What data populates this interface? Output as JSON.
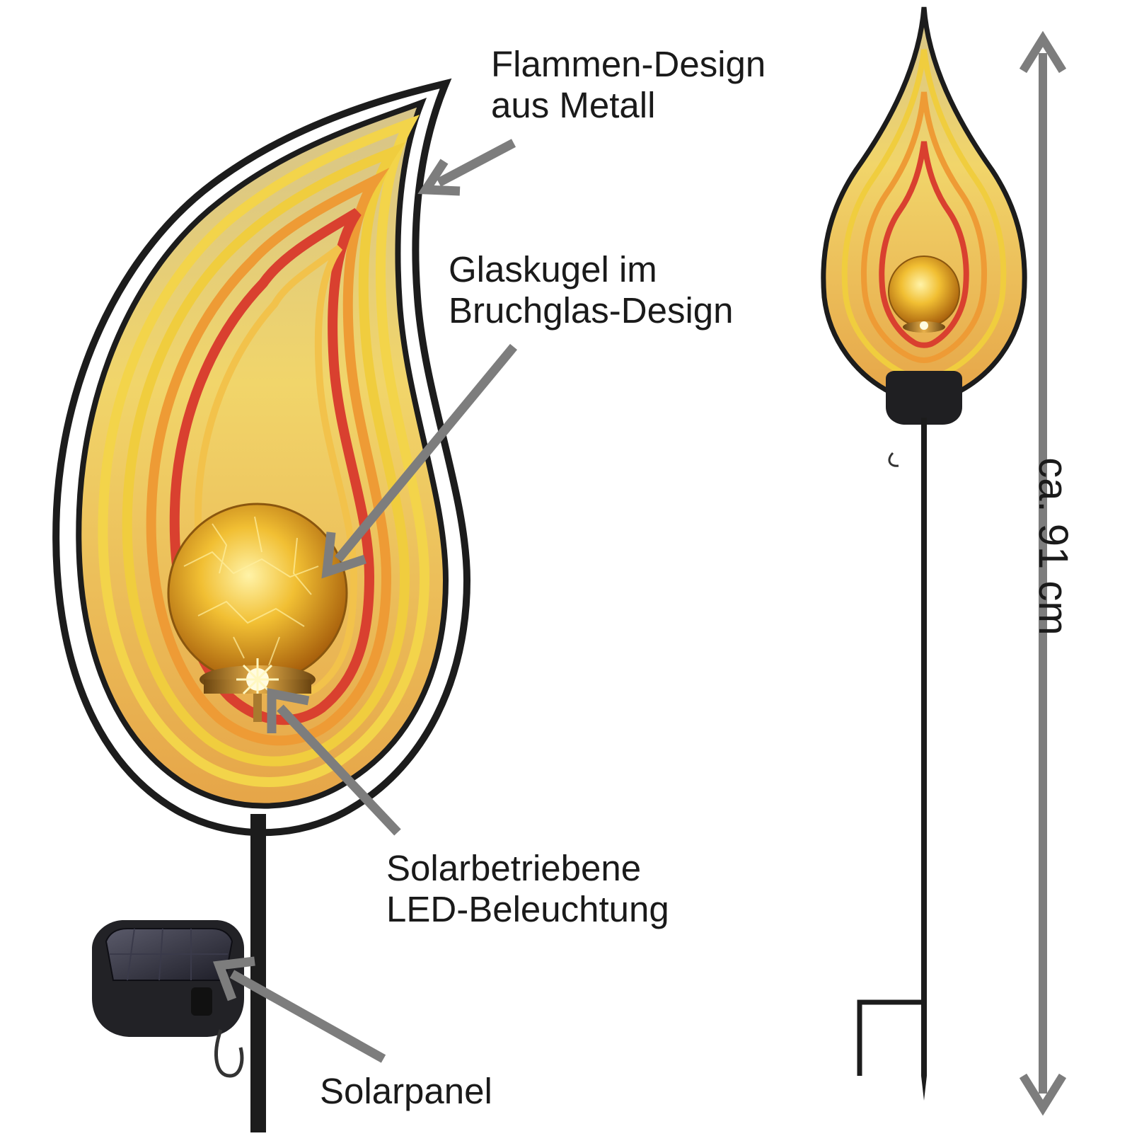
{
  "labels": {
    "flame_design": [
      "Flammen-Design",
      "aus Metall"
    ],
    "glass_ball": [
      "Glaskugel im",
      "Bruchglas-Design"
    ],
    "led": [
      "Solarbetriebene",
      "LED-Beleuchtung"
    ],
    "solar_panel": "Solarpanel",
    "dimension": "ca. 91 cm"
  },
  "colors": {
    "frame": "#1c1c1c",
    "flame_yellow": "#e7c23a",
    "flame_orange": "#e88a2e",
    "flame_red": "#d83c2e",
    "glass": "#e9a823",
    "arrow": "#7d7d7d",
    "text": "#1a1a1a"
  }
}
